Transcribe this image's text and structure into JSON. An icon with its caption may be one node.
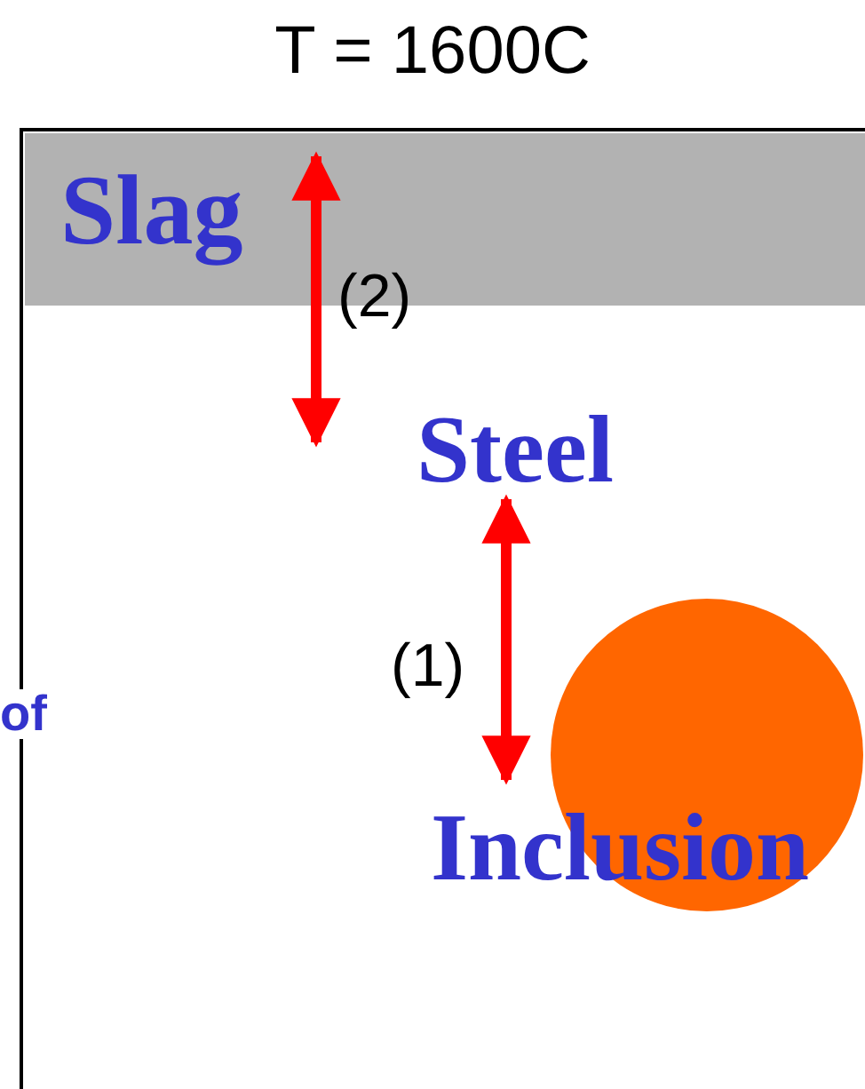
{
  "diagram": {
    "title": "T = 1600C",
    "nodes": [
      {
        "text": [],
        "shape": "box"
      },
      {
        "text": [
          "Slag"
        ],
        "in": 0
      },
      {
        "text": [
          "Steel"
        ],
        "in": 0
      },
      {
        "text": [
          "Inclusion"
        ],
        "in": 0
      }
    ],
    "edges": [
      {
        "from": 1,
        "to": 2,
        "arrow": "both",
        "label": "(2)",
        "color": "#ff0000"
      },
      {
        "from": 2,
        "to": 3,
        "arrow": "both",
        "label": "(1)",
        "color": "#ff0000"
      }
    ],
    "labels": [
      "of"
    ]
  }
}
